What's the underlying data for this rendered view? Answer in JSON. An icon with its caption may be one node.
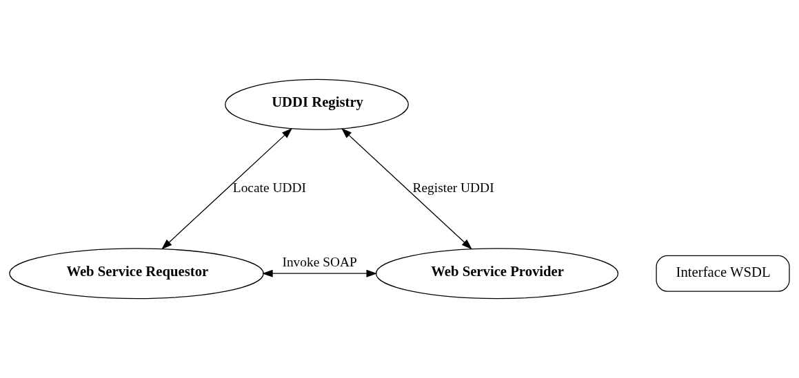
{
  "diagram": {
    "nodes": [
      {
        "text": [
          "UDDI Registry"
        ]
      },
      {
        "text": [
          "Web Service Requestor"
        ]
      },
      {
        "text": [
          "Web Service Provider"
        ]
      },
      {
        "text": [
          "Interface WSDL"
        ]
      }
    ],
    "edges": [
      {
        "from": 0,
        "to": 1,
        "arrow": "both",
        "label": "Locate UDDI"
      },
      {
        "from": 0,
        "to": 2,
        "arrow": "both",
        "label": "Register UDDI"
      },
      {
        "from": 1,
        "to": 2,
        "arrow": "both",
        "label": "Invoke SOAP"
      }
    ]
  }
}
